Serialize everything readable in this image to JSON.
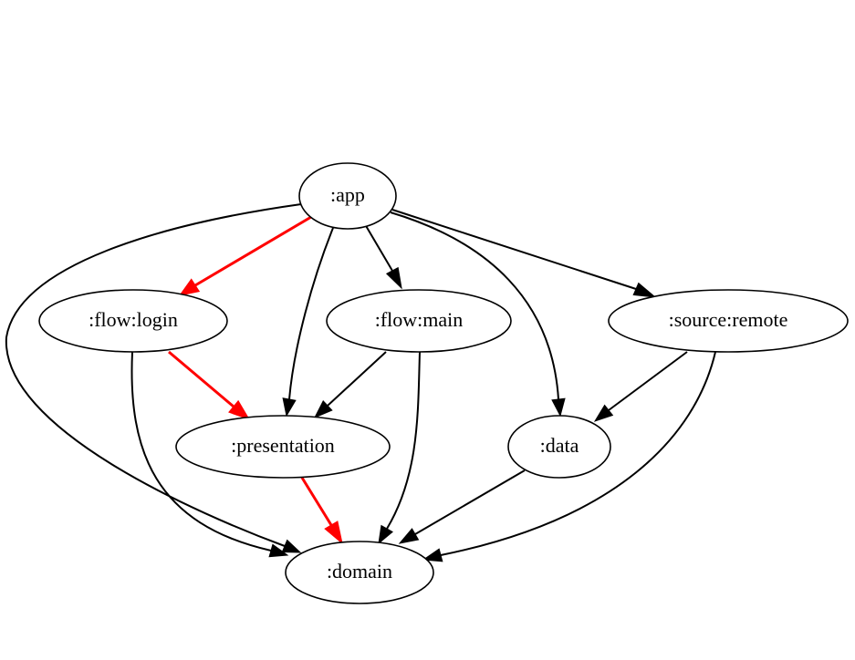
{
  "graph": {
    "nodes": [
      {
        "id": "app",
        "label": ":app"
      },
      {
        "id": "flow_login",
        "label": ":flow:login"
      },
      {
        "id": "flow_main",
        "label": ":flow:main"
      },
      {
        "id": "source_remote",
        "label": ":source:remote"
      },
      {
        "id": "presentation",
        "label": ":presentation"
      },
      {
        "id": "data",
        "label": ":data"
      },
      {
        "id": "domain",
        "label": ":domain"
      }
    ],
    "edges": [
      {
        "from": "app",
        "to": "flow_login",
        "highlighted": true
      },
      {
        "from": "app",
        "to": "flow_main",
        "highlighted": false
      },
      {
        "from": "app",
        "to": "source_remote",
        "highlighted": false
      },
      {
        "from": "app",
        "to": "presentation",
        "highlighted": false
      },
      {
        "from": "app",
        "to": "data",
        "highlighted": false
      },
      {
        "from": "app",
        "to": "domain",
        "highlighted": false
      },
      {
        "from": "flow_login",
        "to": "presentation",
        "highlighted": true
      },
      {
        "from": "flow_login",
        "to": "domain",
        "highlighted": false
      },
      {
        "from": "flow_main",
        "to": "presentation",
        "highlighted": false
      },
      {
        "from": "flow_main",
        "to": "domain",
        "highlighted": false
      },
      {
        "from": "source_remote",
        "to": "data",
        "highlighted": false
      },
      {
        "from": "source_remote",
        "to": "domain",
        "highlighted": false
      },
      {
        "from": "presentation",
        "to": "domain",
        "highlighted": true
      },
      {
        "from": "data",
        "to": "domain",
        "highlighted": false
      }
    ]
  },
  "colors": {
    "edge_default": "#000000",
    "edge_highlight": "#ff0000",
    "node_fill": "#ffffff",
    "node_stroke": "#000000",
    "background": "#ffffff"
  }
}
